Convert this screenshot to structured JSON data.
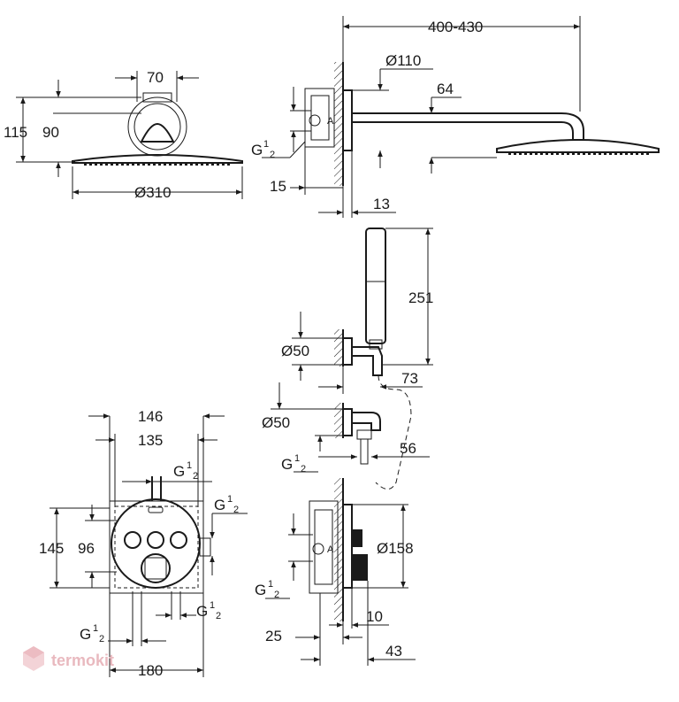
{
  "dimensions": {
    "top_view_width": "70",
    "head_height": "115",
    "head_depth": "90",
    "head_diameter": "Ø310",
    "arm_length": "400-430",
    "outlet_diameter": "Ø110",
    "arm_height": "64",
    "thread_main": "G",
    "wall_offset_15": "15",
    "wall_offset_13": "13",
    "hand_shower_length": "251",
    "holder_diameter": "Ø50",
    "elbow_diameter": "Ø50",
    "holder_offset_73": "73",
    "outlet_offset_56": "56",
    "box_width_146": "146",
    "box_width_135": "135",
    "box_height_145": "145",
    "box_height_96": "96",
    "box_bottom_180": "180",
    "rosette_diameter": "Ø158",
    "depth_25": "25",
    "depth_10": "10",
    "depth_43": "43"
  },
  "thread_fraction": {
    "numerator": "1",
    "denominator": "2"
  },
  "labels": {
    "valve_letter": "A"
  },
  "watermark": {
    "text": "termokit",
    "color": "#e9b9bf"
  }
}
